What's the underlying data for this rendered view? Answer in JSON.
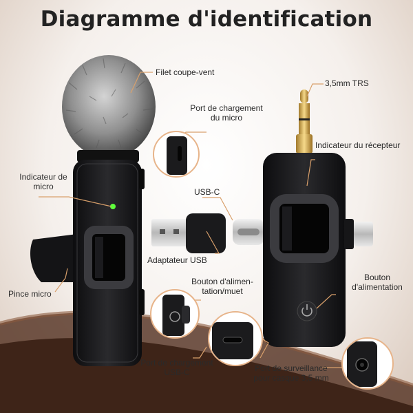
{
  "title": "Diagramme d'identification",
  "labels": {
    "windscreen": "Filet coupe-vent",
    "trs": "3,5mm TRS",
    "charge_port_mic_l1": "Port de chargement",
    "charge_port_mic_l2": "du micro",
    "receiver_indicator": "Indicateur du récepteur",
    "mic_indicator_l1": "Indicateur de",
    "mic_indicator_l2": "micro",
    "usbc": "USB-C",
    "usb_adapter": "Adaptateur USB",
    "clip": "Pince micro",
    "power_mute_l1": "Bouton d'alimen-",
    "power_mute_l2": "tation/muet",
    "power_btn_l1": "Bouton",
    "power_btn_l2": "d'alimentation",
    "usbc_port_l1": "Port de chargement",
    "usbc_port_l2": "USB-C",
    "monitor_l1": "Port de surveillance",
    "monitor_l2": "pour casque 3,5 mm"
  },
  "colors": {
    "leader": "#d9a06b",
    "device": "#1b1b1d",
    "led": "#5cff3a"
  }
}
